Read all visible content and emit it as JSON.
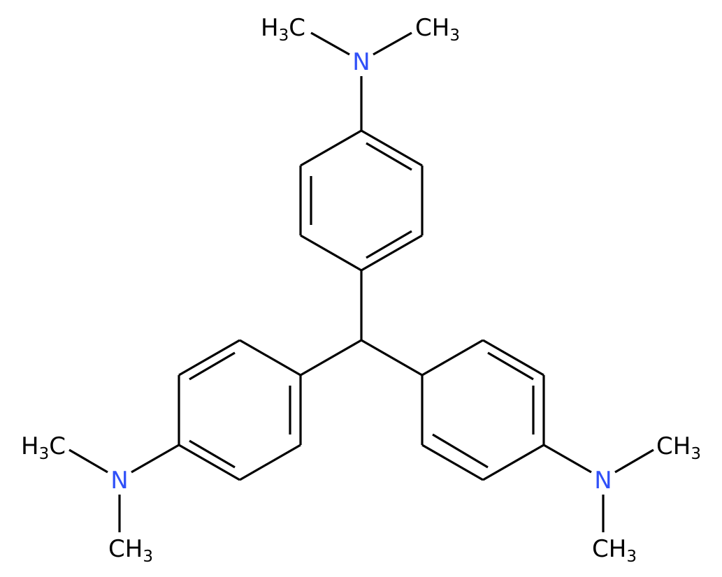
{
  "diagram": {
    "type": "chemical-structure",
    "colors": {
      "bond": "#000000",
      "carbon_label": "#000000",
      "nitrogen_label": "#3050F8",
      "background": "#FFFFFF"
    },
    "atoms": {
      "n_top": "N",
      "n_left": "N",
      "n_right": "N",
      "me_top_left": {
        "main": "H",
        "sub": "3",
        "tail": "C"
      },
      "me_top_right": {
        "main": "CH",
        "sub": "3"
      },
      "me_left_upper": {
        "main": "H",
        "sub": "3",
        "tail": "C"
      },
      "me_left_lower": {
        "main": "CH",
        "sub": "3"
      },
      "me_right_upper": {
        "main": "CH",
        "sub": "3"
      },
      "me_right_lower": {
        "main": "CH",
        "sub": "3"
      }
    }
  }
}
